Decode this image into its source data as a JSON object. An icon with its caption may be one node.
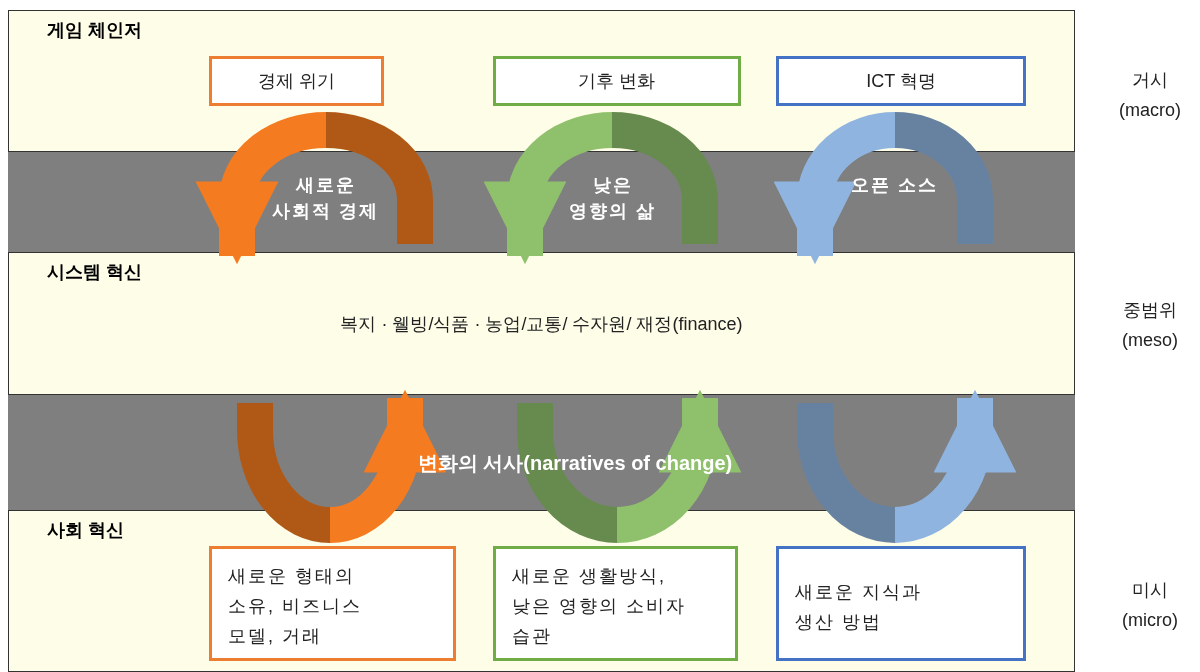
{
  "diagram": {
    "nodes": [
      {
        "text": [
          "게임 체인저"
        ]
      },
      {
        "text": [
          "경제 위기"
        ],
        "in": 0
      },
      {
        "text": [
          "기후 변화"
        ],
        "in": 0
      },
      {
        "text": [
          "ICT 혁명"
        ],
        "in": 0
      },
      {
        "text": [
          "시스템 혁신",
          "복지 · 웰빙/식품 · 농업/교통/ 수자원/ 재정(finance)"
        ]
      },
      {
        "text": [
          "사회 혁신"
        ]
      },
      {
        "text": [
          "새로운 형태의 소유, 비즈니스 모델, 거래"
        ],
        "in": 5
      },
      {
        "text": [
          "새로운 생활방식, 낮은 영향의 소비자 습관"
        ],
        "in": 5
      },
      {
        "text": [
          "새로운 지식과 생산 방법"
        ],
        "in": 5
      }
    ],
    "edges": [
      {
        "from": null,
        "to": 4,
        "arrow": "to",
        "label": "새로운 사회적 경제",
        "color": "#f47b20"
      },
      {
        "from": null,
        "to": 4,
        "arrow": "to",
        "label": "낮은 영향의 삶",
        "color": "#8fc06c"
      },
      {
        "from": null,
        "to": 4,
        "arrow": "to",
        "label": "오픈 소스",
        "color": "#8fb4e0"
      },
      {
        "from": null,
        "to": 4,
        "arrow": "to",
        "color": "#f47b20"
      },
      {
        "from": null,
        "to": 4,
        "arrow": "to",
        "color": "#8fc06c"
      },
      {
        "from": null,
        "to": 4,
        "arrow": "to",
        "color": "#8fb4e0"
      }
    ],
    "labels": [
      "거시 (macro)",
      "중범위 (meso)",
      "변화의 서사(narratives of change)",
      "미시 (micro)"
    ]
  }
}
